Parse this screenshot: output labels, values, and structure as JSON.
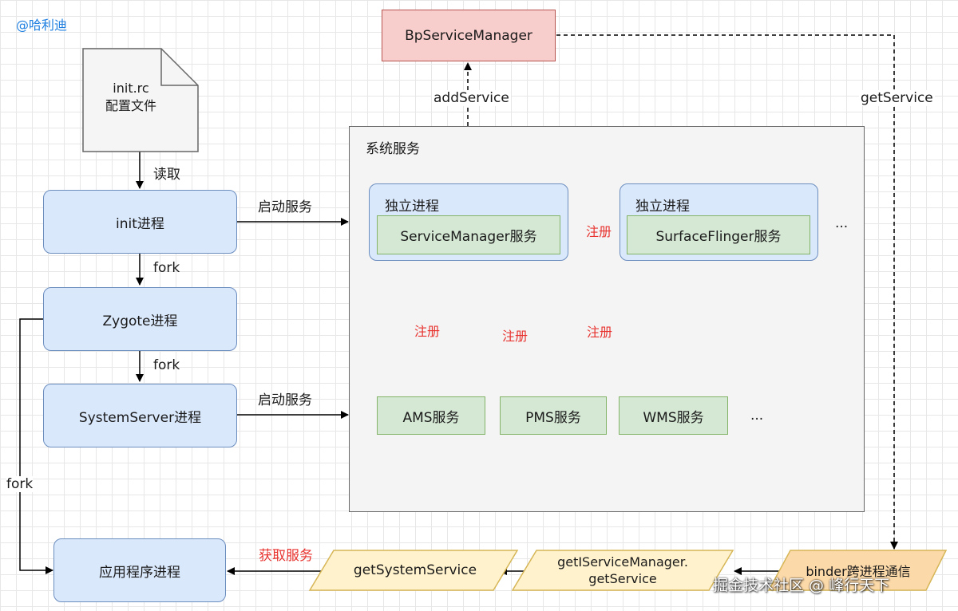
{
  "watermark": {
    "author": "@哈利迪",
    "site": "掘金技术社区 @ 峰行天下"
  },
  "doc": {
    "line1": "init.rc",
    "line2": "配置文件"
  },
  "left": {
    "read_label": "读取",
    "init": "init进程",
    "fork1": "fork",
    "zygote": "Zygote进程",
    "fork2": "fork",
    "systemserver": "SystemServer进程",
    "fork3": "fork",
    "app": "应用程序进程"
  },
  "edges": {
    "start_service_1": "启动服务",
    "start_service_2": "启动服务",
    "add_service": "addService",
    "get_service": "getService",
    "register_sf": "注册",
    "register_ams": "注册",
    "register_pms": "注册",
    "register_wms": "注册",
    "get_sys_service": "获取服务"
  },
  "bp": {
    "label": "BpServiceManager"
  },
  "panel": {
    "title": "系统服务",
    "proc1_title": "独立进程",
    "sm": "ServiceManager服务",
    "proc2_title": "独立进程",
    "sf": "SurfaceFlinger服务",
    "ellipsis_top": "...",
    "ams": "AMS服务",
    "pms": "PMS服务",
    "wms": "WMS服务",
    "ellipsis_bottom": "..."
  },
  "bottom": {
    "get_system_service": "getSystemService",
    "get_ism_line1": "getIServiceManager.",
    "get_ism_line2": "getService",
    "binder": "binder跨进程通信"
  },
  "colors": {
    "blue_fill": "#dae8fc",
    "blue_stroke": "#6c8ebf",
    "green_fill": "#d5e8d4",
    "green_stroke": "#82b366",
    "red_fill": "#f8cecc",
    "red_stroke": "#b85450",
    "yellow_fill": "#fff2cc",
    "yellow_stroke": "#d6b656",
    "orange_fill": "#fcd9a8",
    "accent_red": "#e8332f",
    "author_blue": "#1e7fe0"
  }
}
